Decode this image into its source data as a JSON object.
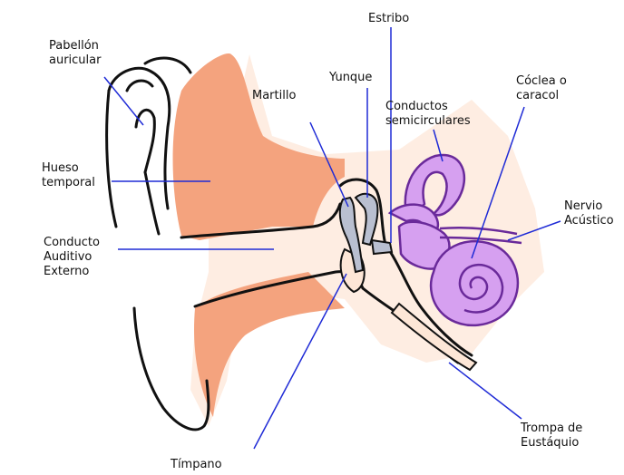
{
  "labels": {
    "pabellon": [
      "Pabellón",
      "auricular"
    ],
    "hueso": [
      "Hueso",
      "temporal"
    ],
    "conducto": [
      "Conducto",
      "Auditivo",
      "Externo"
    ],
    "martillo": [
      "Martillo"
    ],
    "yunque": [
      "Yunque"
    ],
    "estribo": [
      "Estribo"
    ],
    "semicirculares": [
      "Conductos",
      "semicirculares"
    ],
    "coclea": [
      "Cóclea o",
      "caracol"
    ],
    "nervio": [
      "Nervio",
      "Acústico"
    ],
    "trompa": [
      "Trompa de",
      "Eustáquio"
    ],
    "timpano": [
      "Tímpano"
    ]
  },
  "colors": {
    "bone": "#f4a37e",
    "boneLight": "#fde6d6",
    "inner": "#d6a0f0",
    "innerStroke": "#6a2a9a",
    "leader": "#1f2bd6",
    "outline": "#111111",
    "ossicles": "#b9bfd0"
  }
}
